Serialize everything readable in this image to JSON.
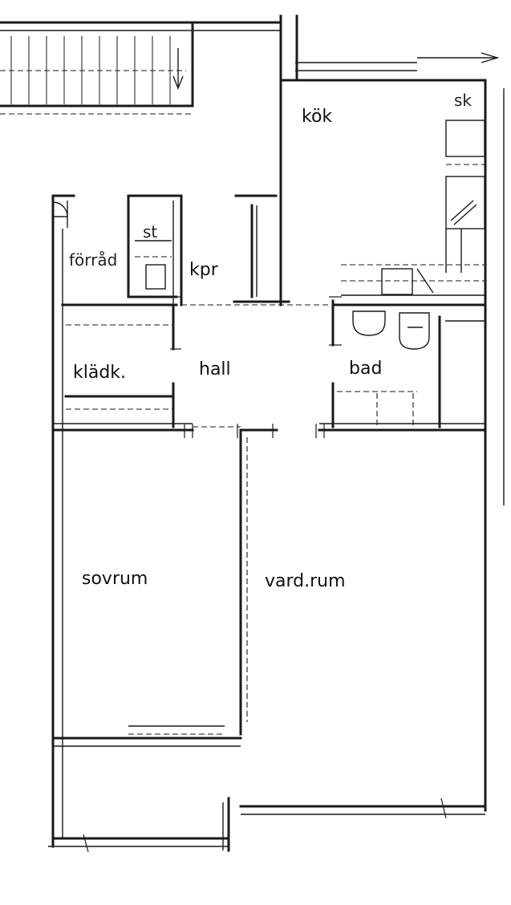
{
  "rooms": {
    "kok": "kök",
    "sk": "sk",
    "st": "st",
    "forrad": "förråd",
    "kpr": "kpr",
    "kladk": "klädk.",
    "hall": "hall",
    "bad": "bad",
    "sovrum": "sovrum",
    "vardrum": "vard.rum"
  }
}
